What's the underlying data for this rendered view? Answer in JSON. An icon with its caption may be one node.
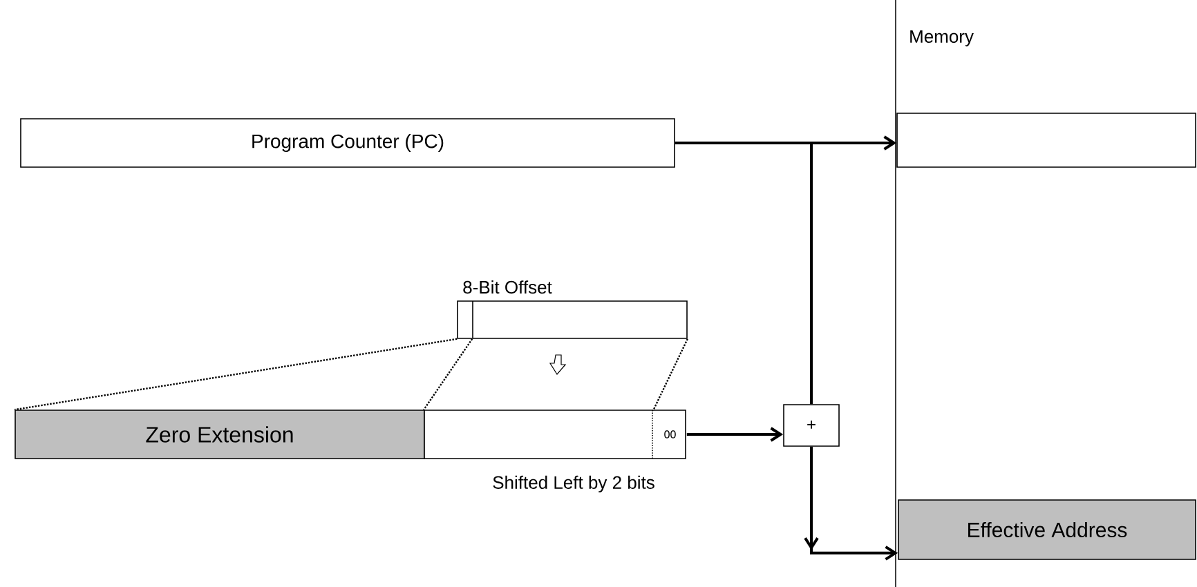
{
  "diagram": {
    "nodes": [
      {
        "text": [
          "Program Counter (PC)"
        ]
      },
      {
        "text": [
          "Memory"
        ]
      },
      {
        "text": [],
        "shape": "box",
        "in": 1
      },
      {
        "text": [
          "8-Bit Offset"
        ]
      },
      {
        "text": [
          "Zero Extension"
        ]
      },
      {
        "text": [],
        "shape": "box",
        "beside": [
          "Shifted Left by 2 bits"
        ]
      },
      {
        "text": [
          "00"
        ],
        "in": 5
      },
      {
        "text": [
          "+"
        ]
      },
      {
        "text": [
          "Effective Address"
        ],
        "in": 1
      }
    ],
    "edges": [
      {
        "from": 0,
        "to": 2,
        "arrow": "to"
      },
      {
        "from": 0,
        "to": 7,
        "arrow": "none"
      },
      {
        "from": 6,
        "to": 7,
        "arrow": "to"
      },
      {
        "from": 7,
        "to": 8,
        "arrow": "to"
      },
      {
        "from": 3,
        "to": 4,
        "arrow": "none",
        "style": "dashed"
      },
      {
        "from": 3,
        "to": 5,
        "arrow": "none",
        "style": "dashed"
      },
      {
        "from": 3,
        "to": 6,
        "arrow": "none",
        "style": "dashed"
      }
    ]
  }
}
